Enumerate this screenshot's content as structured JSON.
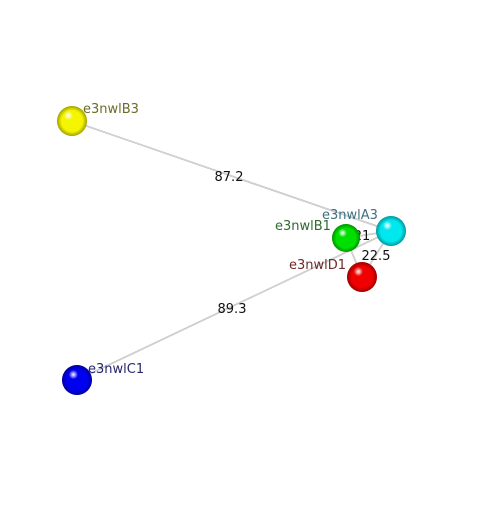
{
  "diagram": {
    "nodes": [
      {
        "id": "e3nwlB3",
        "label": "e3nwlB3",
        "color": "#f5f500",
        "label_color": "#6b6b2a"
      },
      {
        "id": "e3nwlA3",
        "label": "e3nwlA3",
        "color": "#00e8ee",
        "label_color": "#3f6f80"
      },
      {
        "id": "e3nwlB1",
        "label": "e3nwlB1",
        "color": "#00e000",
        "label_color": "#2f6b2f"
      },
      {
        "id": "e3nwlD1",
        "label": "e3nwlD1",
        "color": "#f00000",
        "label_color": "#6e2a2a"
      },
      {
        "id": "e3nwlC1",
        "label": "e3nwlC1",
        "color": "#0000f0",
        "label_color": "#26266e"
      }
    ],
    "edges": [
      {
        "from": "e3nwlB3",
        "to": "e3nwlA3",
        "label": "87.2"
      },
      {
        "from": "e3nwlC1",
        "to": "e3nwlA3",
        "label": "89.3"
      },
      {
        "from": "e3nwlB1",
        "to": "e3nwlA3",
        "label": "21"
      },
      {
        "from": "e3nwlD1",
        "to": "e3nwlA3",
        "label": "22.5"
      },
      {
        "from": "e3nwlB1",
        "to": "e3nwlD1",
        "label": ""
      }
    ]
  }
}
